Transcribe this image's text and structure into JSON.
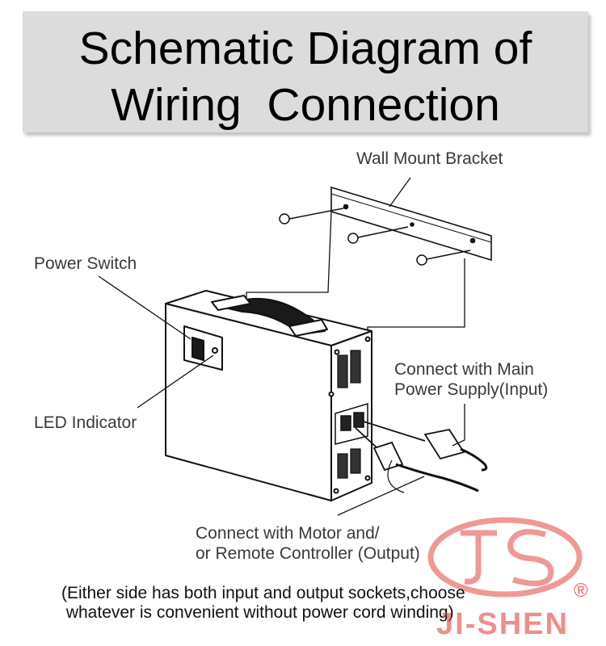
{
  "title": {
    "line1": "Schematic Diagram of",
    "line2": "Wiring  Connection"
  },
  "labels": {
    "wall_mount_bracket": "Wall Mount Bracket",
    "power_switch": "Power Switch",
    "led_indicator": "LED Indicator",
    "input_line1": "Connect with Main",
    "input_line2": "Power Supply(Input)",
    "output_line1": "Connect with Motor and/",
    "output_line2": "or Remote Controller (Output)"
  },
  "note": {
    "line1": "(Either side has both input and output sockets,choose",
    "line2": " whatever is convenient without power cord winding)"
  },
  "watermark": {
    "brand": "JI-SHEN",
    "registered": "®",
    "color": "#e0352f"
  }
}
